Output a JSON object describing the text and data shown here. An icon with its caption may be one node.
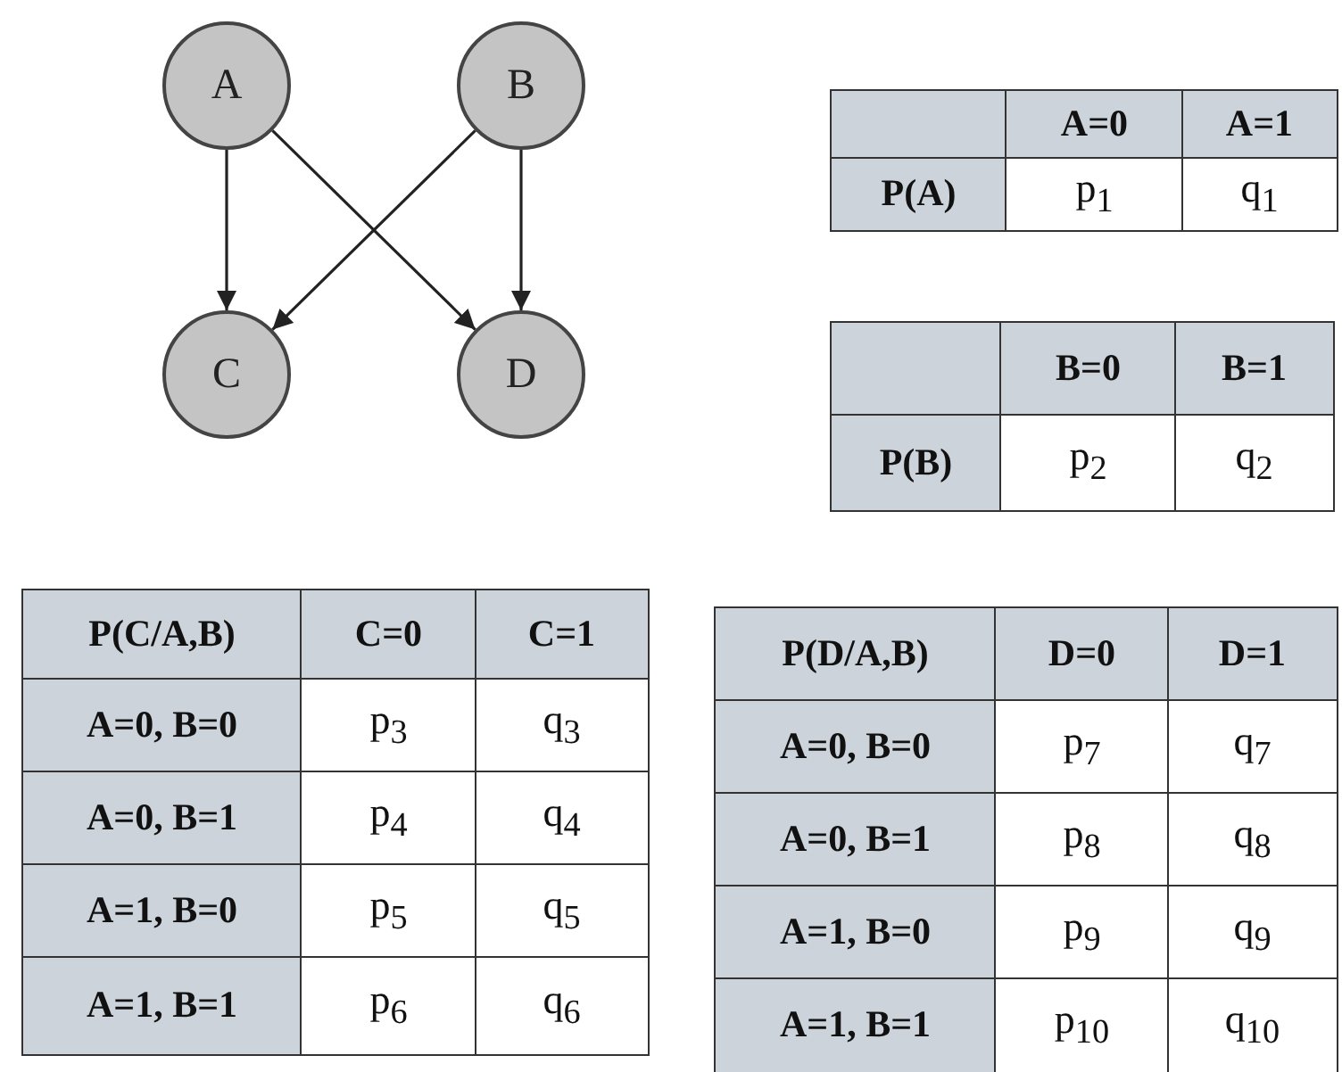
{
  "diagram": {
    "nodes": [
      {
        "text": [
          "A"
        ]
      },
      {
        "text": [
          "B"
        ]
      },
      {
        "text": [
          "C"
        ]
      },
      {
        "text": [
          "D"
        ]
      }
    ],
    "edges": [
      {
        "from": 0,
        "to": 2,
        "arrow": "to"
      },
      {
        "from": 0,
        "to": 3,
        "arrow": "to"
      },
      {
        "from": 1,
        "to": 2,
        "arrow": "to"
      },
      {
        "from": 1,
        "to": 3,
        "arrow": "to"
      }
    ],
    "labels": [
      "A=0",
      "A=1",
      "P(A)",
      "p$_{1}$",
      "q$_{1}$",
      "B=0",
      "B=1",
      "P(B)",
      "p$_{2}$",
      "q$_{2}$",
      "P(C/A,B)",
      "C=0",
      "C=1",
      "A=0, B=0",
      "p$_{3}$",
      "q$_{3}$",
      "A=0, B=1",
      "p$_{4}$",
      "q$_{4}$",
      "A=1, B=0",
      "p$_{5}$",
      "q$_{5}$",
      "A=1, B=1",
      "p$_{6}$",
      "q$_{6}$",
      "P(D/A,B)",
      "D=0",
      "D=1",
      "A=0, B=0",
      "p$_{7}$",
      "q$_{7}$",
      "A=0, B=1",
      "p$_{8}$",
      "q$_{8}$",
      "A=1, B=0",
      "p$_{9}$",
      "q$_{9}$",
      "A=1, B=1",
      "p$_{10}$",
      "q$_{10}$"
    ]
  }
}
